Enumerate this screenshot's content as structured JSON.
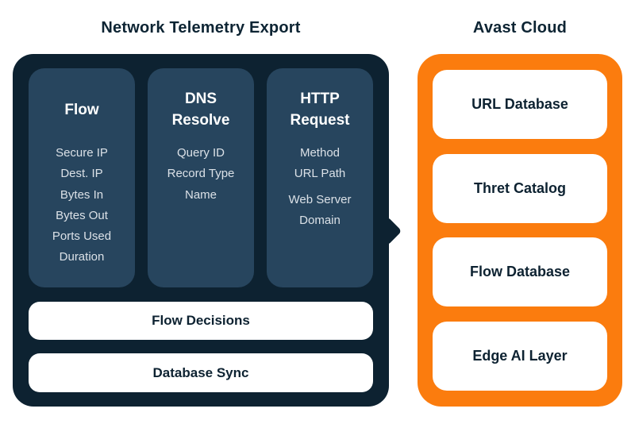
{
  "titles": {
    "left": "Network Telemetry Export",
    "right": "Avast Cloud"
  },
  "colors": {
    "panel_dark_navy": "#0d2231",
    "column_slate_blue": "#27455e",
    "cloud_orange": "#fb7c0e",
    "box_white": "#ffffff",
    "item_text": "#dbe1e7"
  },
  "telemetry_panel": {
    "columns": [
      {
        "title": "Flow",
        "items": [
          "Secure IP",
          "Dest. IP",
          "Bytes In",
          "Bytes Out",
          "Ports Used",
          "Duration"
        ]
      },
      {
        "title": "DNS Resolve",
        "items": [
          "Query ID",
          "Record Type",
          "Name"
        ]
      },
      {
        "title": "HTTP Request",
        "items": [
          "Method",
          "URL Path",
          "Web Server Domain"
        ]
      }
    ],
    "bars": [
      {
        "label": "Flow Decisions"
      },
      {
        "label": "Database Sync"
      }
    ]
  },
  "cloud_panel": {
    "boxes": [
      {
        "label": "URL Database"
      },
      {
        "label": "Thret Catalog"
      },
      {
        "label": "Flow Database"
      },
      {
        "label": "Edge AI Layer"
      }
    ]
  }
}
